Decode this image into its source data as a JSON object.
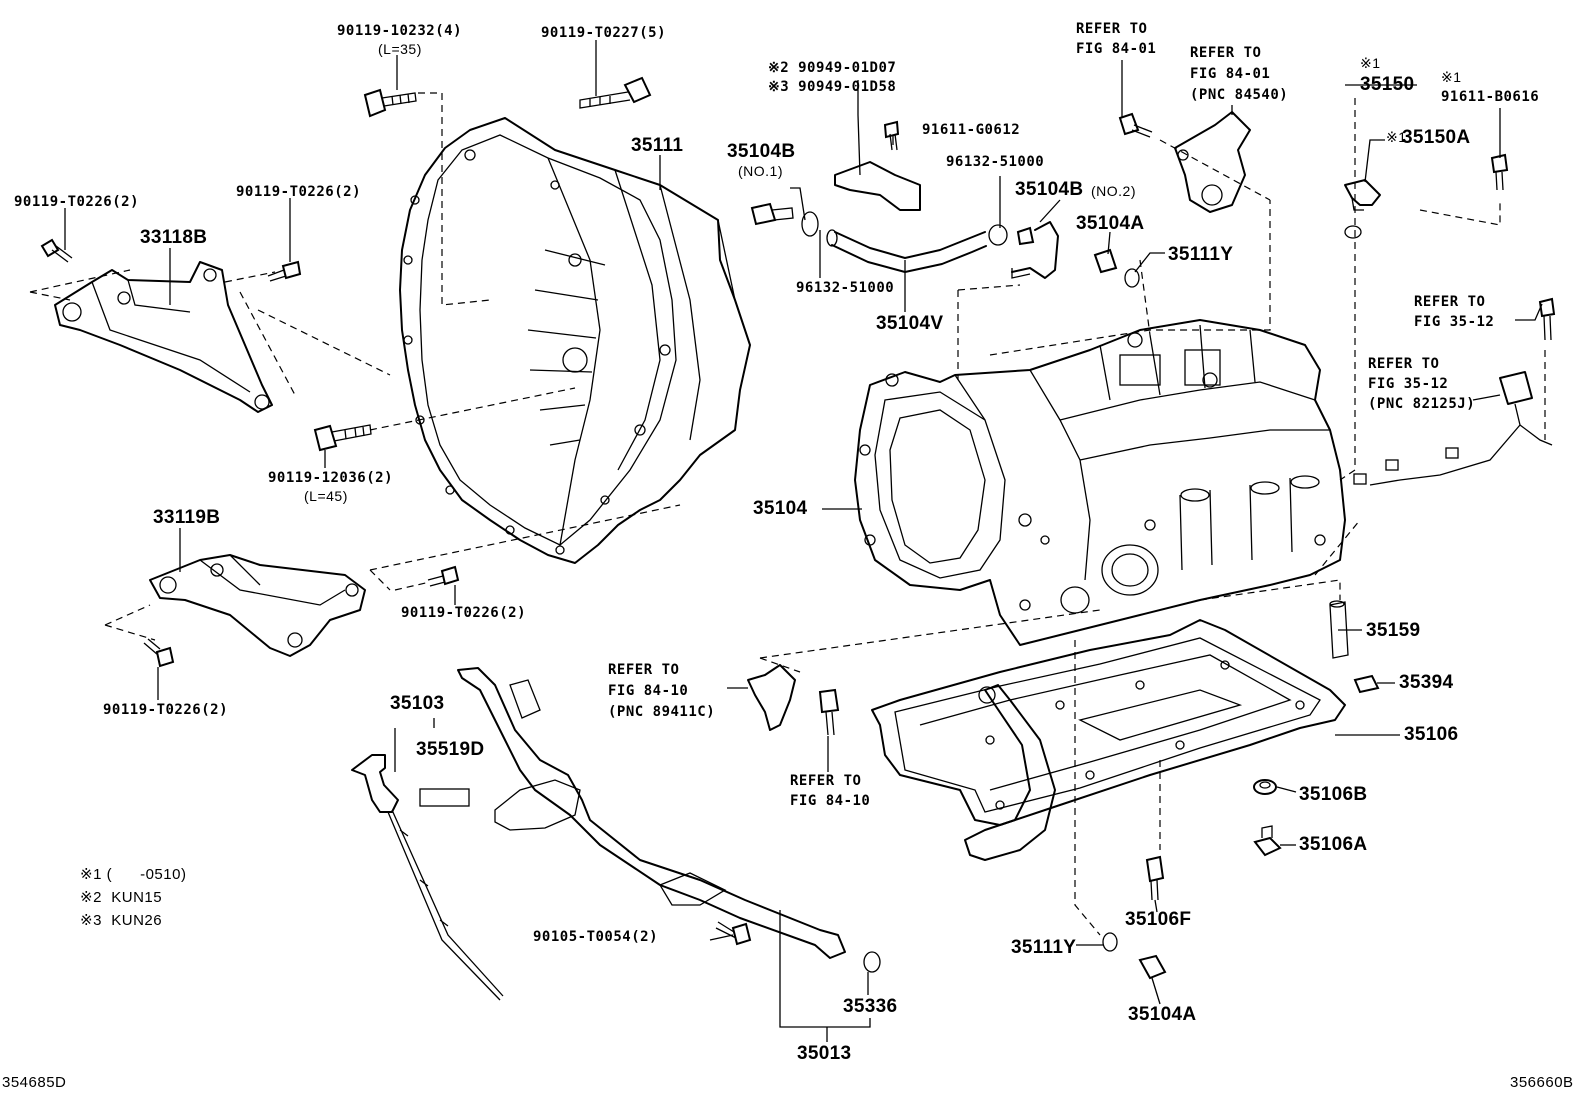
{
  "labels": {
    "pn_90119_10232": "90119-10232(4)",
    "len_35": "(L=35)",
    "pn_90119_T0227": "90119-T0227(5)",
    "pn_90119_T0226_top": "90119-T0226(2)",
    "pn_90119_T0226_mid": "90119-T0226(2)",
    "pn_33118B": "33118B",
    "pn_35111": "35111",
    "pn_90119_12036": "90119-12036(2)",
    "len_45": "(L=45)",
    "pn_33119B": "33119B",
    "pn_90119_T0226_right": "90119-T0226(2)",
    "pn_90119_T0226_bottom": "90119-T0226(2)",
    "note2_pn": "※2 90949-01D07",
    "note3_pn": "※3 90949-01D58",
    "pn_91611_G0612": "91611-G0612",
    "pn_35104B_no1": "35104B",
    "no1": "(NO.1)",
    "pn_96132_top": "96132-51000",
    "pn_35104B_no2": "35104B",
    "no2": "(NO.2)",
    "pn_96132_bottom": "96132-51000",
    "pn_35104V": "35104V",
    "pn_35104A_top": "35104A",
    "pn_35111Y_top": "35111Y",
    "ref_84_01_a_1": "REFER TO",
    "ref_84_01_a_2": "FIG 84-01",
    "ref_84_01_b_1": "REFER TO",
    "ref_84_01_b_2": "FIG 84-01",
    "ref_84_01_b_3": "(PNC 84540)",
    "note1_a": "※1",
    "pn_35150": "35150",
    "note1_b": "※1",
    "pn_91611_B0616": "91611-B0616",
    "note1_c": "※1",
    "pn_35150A": "35150A",
    "ref_35_12_a_1": "REFER TO",
    "ref_35_12_a_2": "FIG 35-12",
    "ref_35_12_b_1": "REFER TO",
    "ref_35_12_b_2": "FIG 35-12",
    "ref_35_12_b_3": "(PNC 82125J)",
    "pn_35104": "35104",
    "pn_35159": "35159",
    "pn_35394": "35394",
    "pn_35106": "35106",
    "pn_35106B": "35106B",
    "pn_35106A": "35106A",
    "pn_35106F": "35106F",
    "pn_35111Y_bottom": "35111Y",
    "pn_35104A_bottom": "35104A",
    "ref_84_10_a_1": "REFER TO",
    "ref_84_10_a_2": "FIG 84-10",
    "ref_84_10_a_3": "(PNC 89411C)",
    "ref_84_10_b_1": "REFER TO",
    "ref_84_10_b_2": "FIG 84-10",
    "pn_35103": "35103",
    "pn_35519D": "35519D",
    "pn_90105_T0054": "90105-T0054(2)",
    "pn_35336": "35336",
    "pn_35013": "35013",
    "legend_1": "※1 (      -0510)",
    "legend_2": "※2  KUN15",
    "legend_3": "※3  KUN26",
    "illust_id_left": "354685D",
    "illust_id_right": "356660B"
  }
}
